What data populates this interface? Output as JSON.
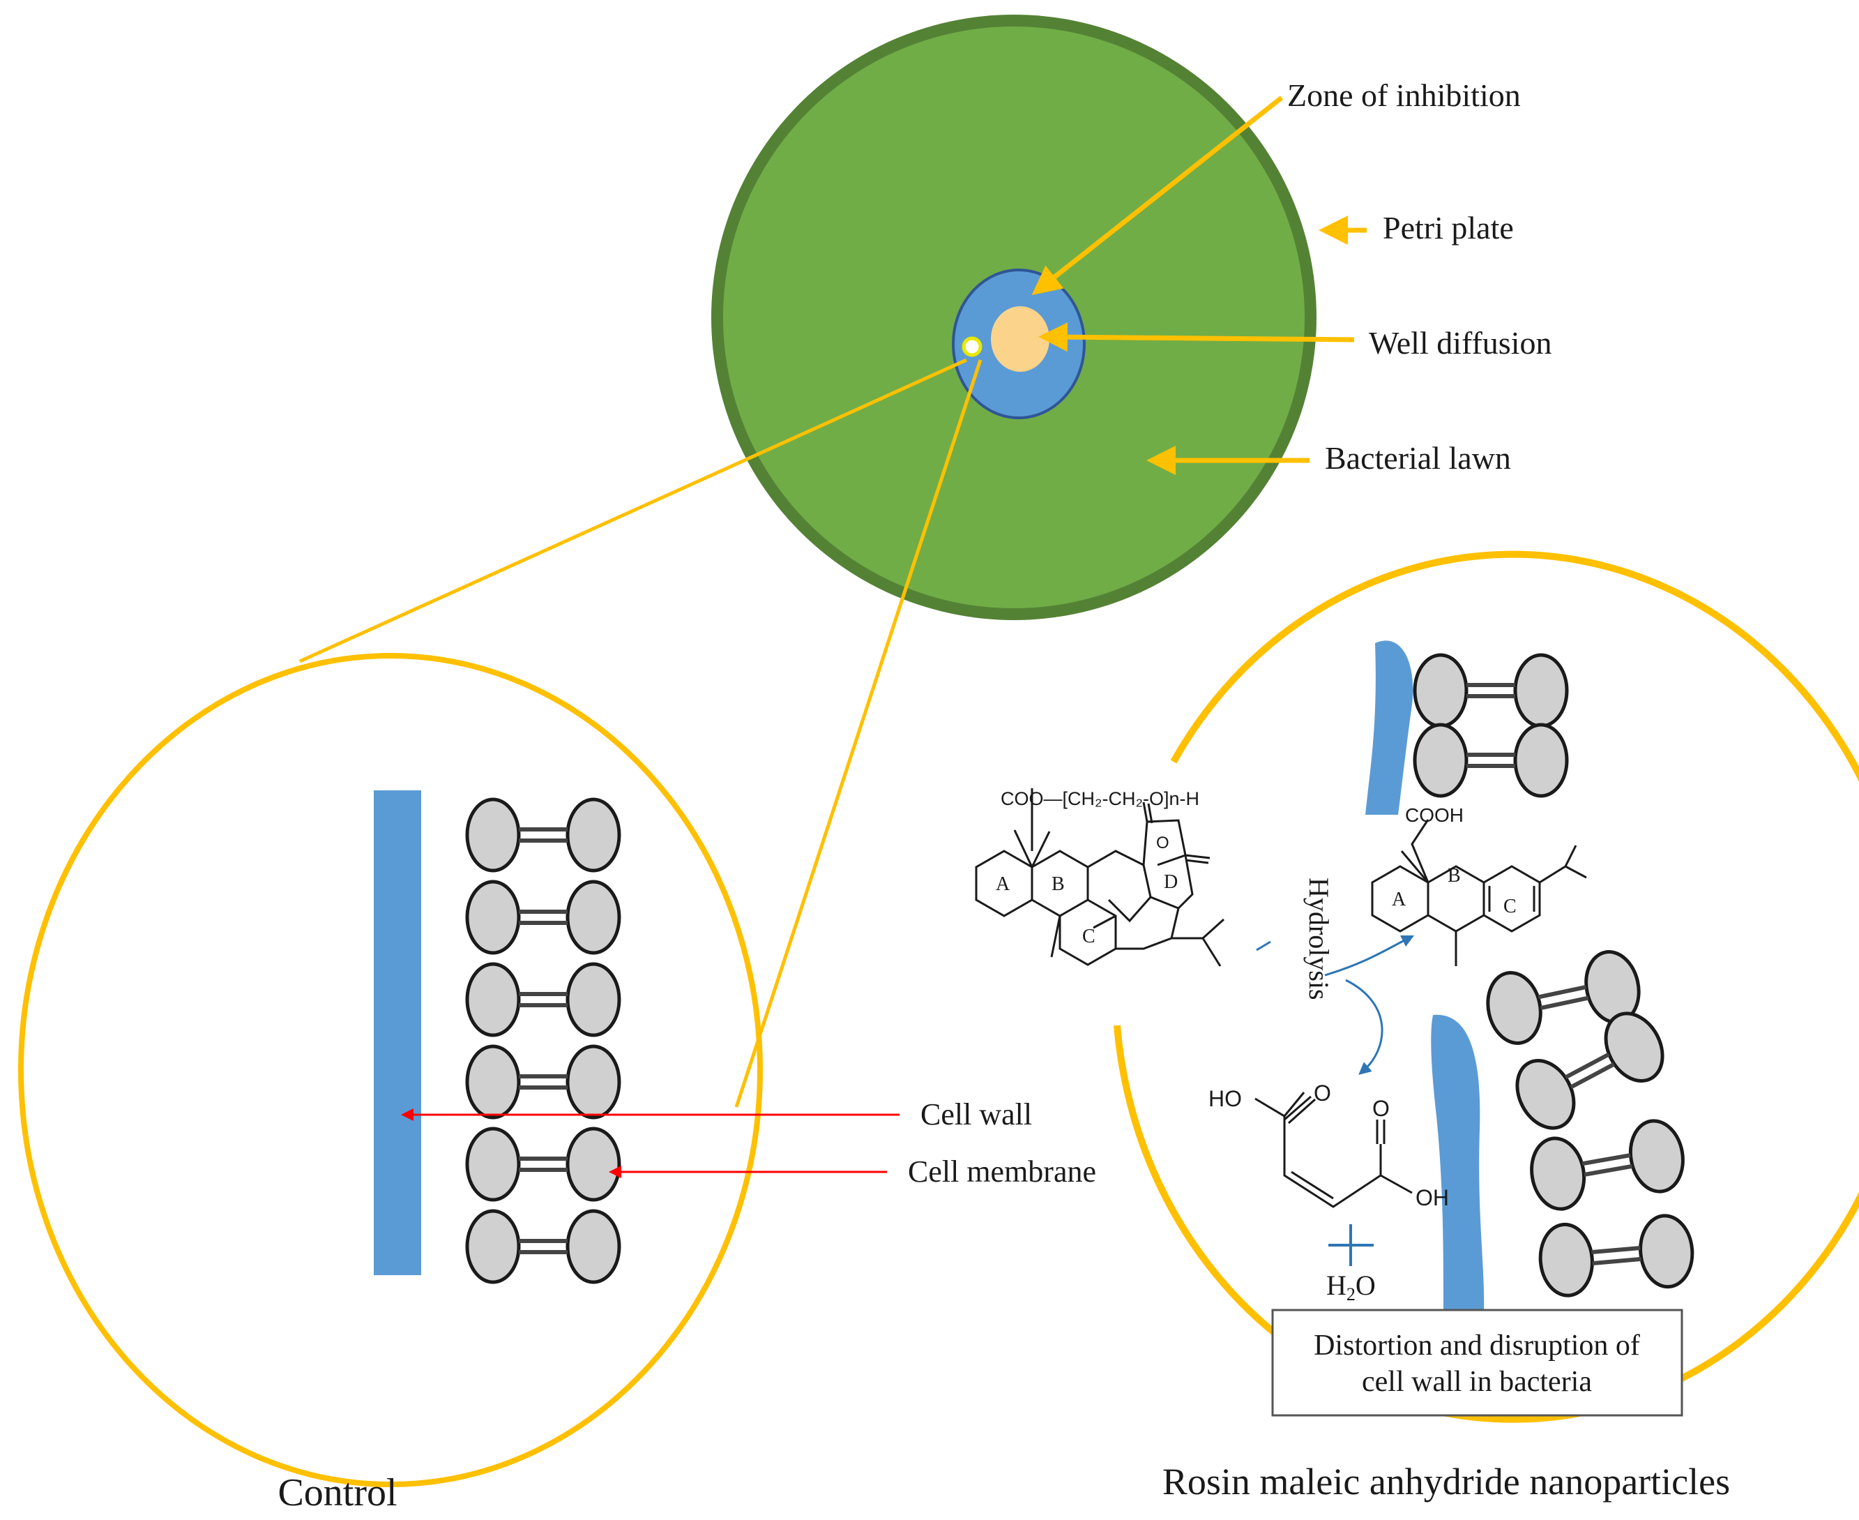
{
  "labels": {
    "zone_of_inhibition": "Zone of inhibition",
    "petri_plate": "Petri plate",
    "well_diffusion": "Well diffusion",
    "bacterial_lawn": "Bacterial lawn",
    "cell_wall": "Cell wall",
    "cell_membrane": "Cell membrane",
    "control": "Control",
    "rosin_title": "Rosin maleic anhydride nanoparticles",
    "hydrolysis": "Hydrolysis",
    "water_main": "H",
    "water_sub": "2",
    "water_end": "O",
    "distortion_line1": "Distortion and disruption of",
    "distortion_line2": "cell wall in bacteria"
  },
  "chem": {
    "ester_group": "COO—[CH₂-CH₂-O]n-H",
    "acid_group": "COOH",
    "ring_a": "A",
    "ring_b": "B",
    "ring_c": "C",
    "ring_d": "D",
    "oxygen": "O",
    "maleic_left": "HO",
    "maleic_right": "OH"
  },
  "colors": {
    "agar_dark": "#548235",
    "agar_light": "#70ad47",
    "zone": "#5b9bd5",
    "well": "#fcd38b",
    "leader": "#ffc000",
    "cell_wall": "#5b9bd5",
    "lipid": "#d0d0d0",
    "pointer_red": "#ff0000"
  }
}
